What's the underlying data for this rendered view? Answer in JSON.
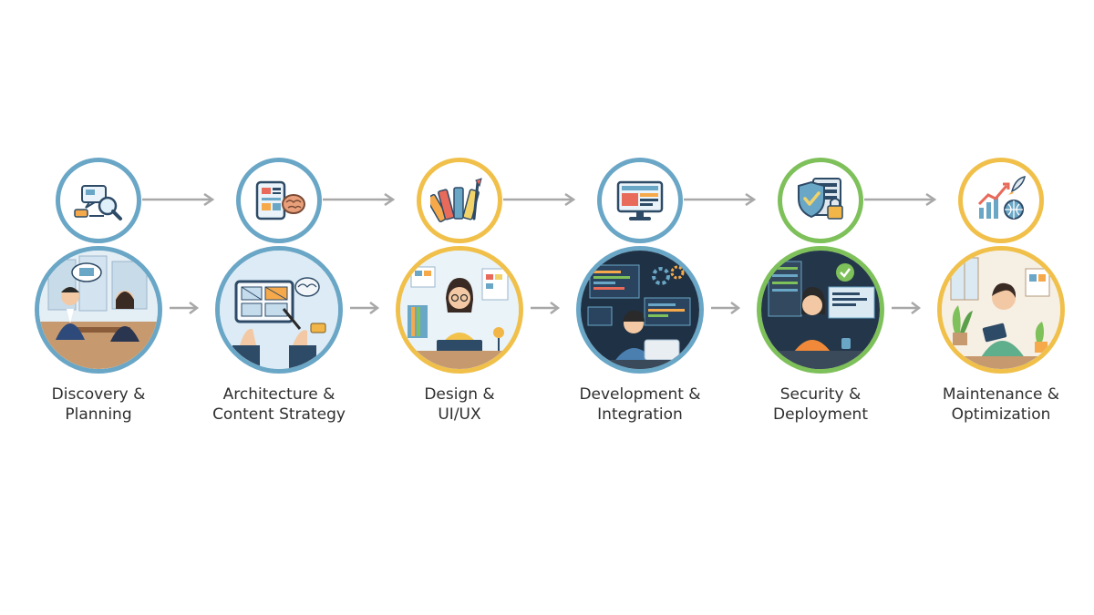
{
  "stages": [
    {
      "title_line1": "Discovery &",
      "title_line2": "Planning",
      "ring_color": "#6aa6c6",
      "icon": "search-presentation-icon",
      "scene": "client-meeting-scene"
    },
    {
      "title_line1": "Architecture &",
      "title_line2": "Content Strategy",
      "ring_color": "#6aa6c6",
      "icon": "tablet-brain-icon",
      "scene": "wireframe-tablet-scene"
    },
    {
      "title_line1": "Design &",
      "title_line2": "UI/UX",
      "ring_color": "#f0c04a",
      "icon": "color-palette-icon",
      "scene": "designer-drawing-scene"
    },
    {
      "title_line1": "Development &",
      "title_line2": "Integration",
      "ring_color": "#6aa6c6",
      "icon": "monitor-code-icon",
      "scene": "developer-coding-scene"
    },
    {
      "title_line1": "Security &",
      "title_line2": "Deployment",
      "ring_color": "#7ec05a",
      "icon": "shield-lock-icon",
      "scene": "security-engineer-scene"
    },
    {
      "title_line1": "Maintenance &",
      "title_line2": "Optimization",
      "ring_color": "#f0c04a",
      "icon": "growth-rocket-icon",
      "scene": "tablet-review-scene"
    }
  ],
  "arrow_color": "#a8a8a8"
}
